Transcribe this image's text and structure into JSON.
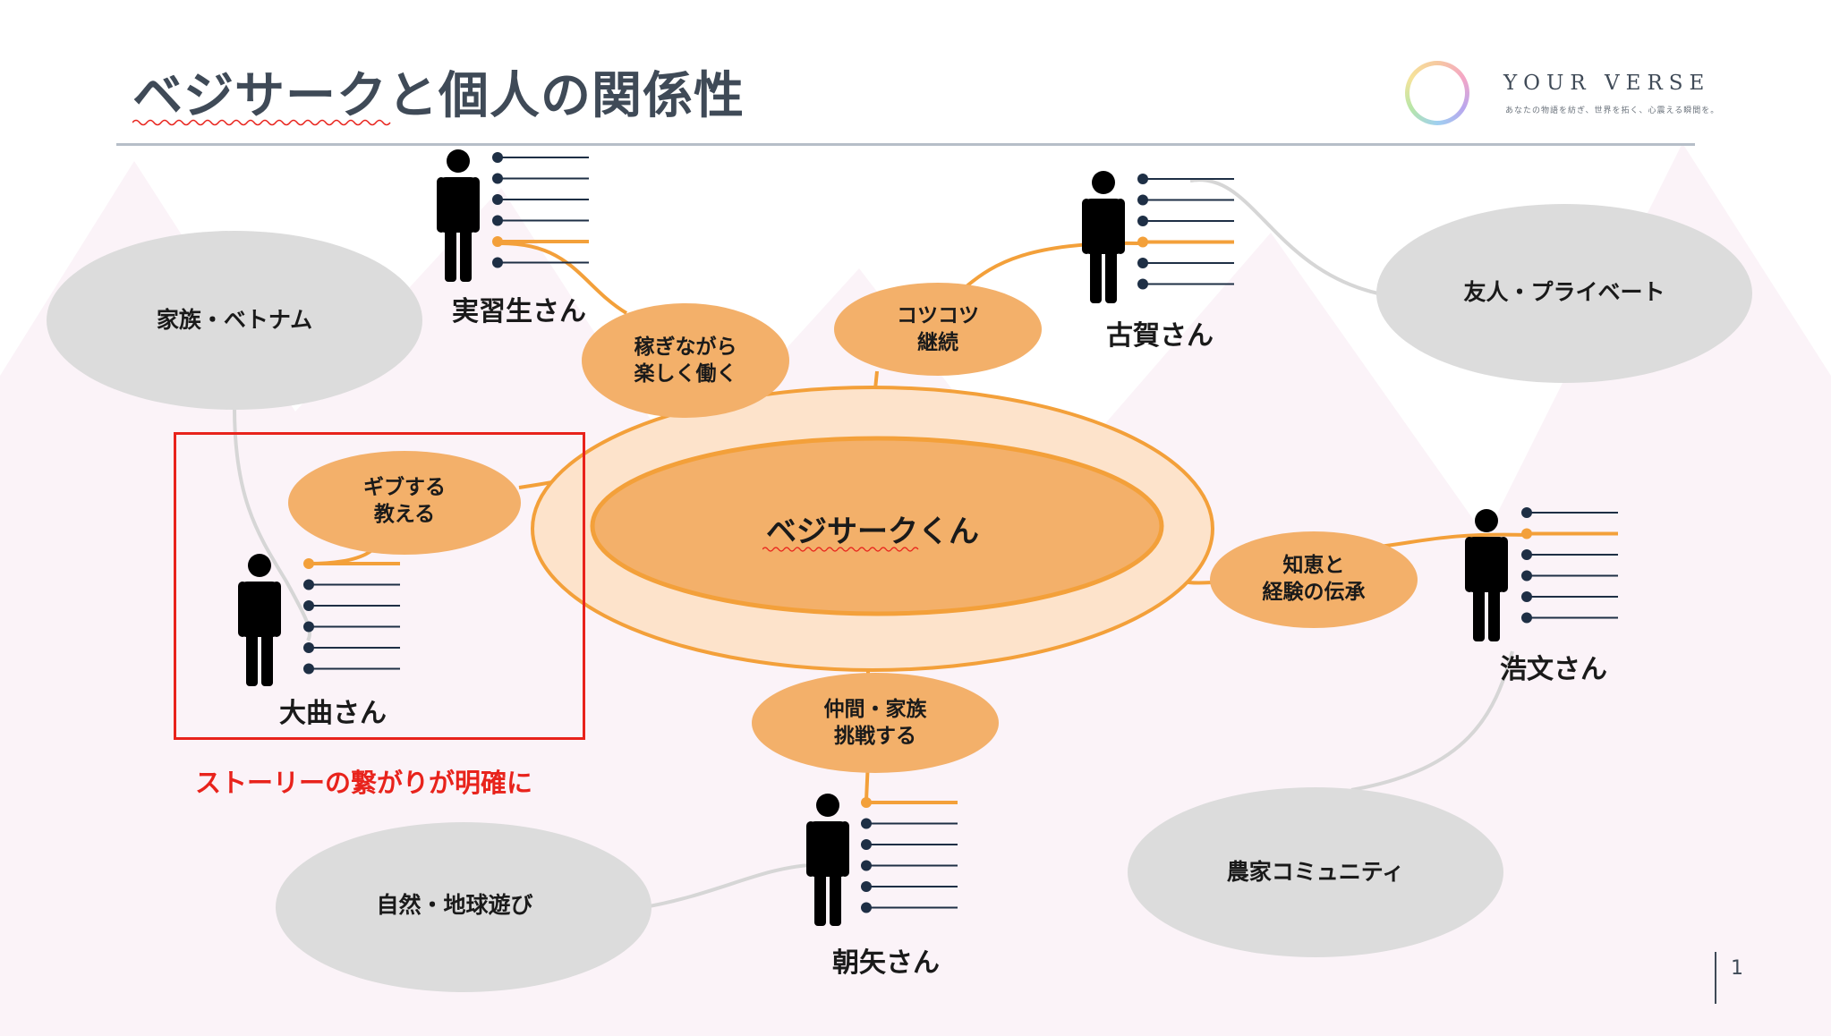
{
  "title": "ベジサークと個人の関係性",
  "logo": {
    "name": "YOUR VERSE",
    "tagline": "あなたの物語を紡ぎ、世界を拓く、心震える瞬間を。"
  },
  "page_number": "1",
  "center": {
    "label": "ベジサークくん"
  },
  "people": [
    {
      "name": "実習生さん"
    },
    {
      "name": "古賀さん"
    },
    {
      "name": "大曲さん"
    },
    {
      "name": "浩文さん"
    },
    {
      "name": "朝矢さん"
    }
  ],
  "relations": [
    {
      "line1": "稼ぎながら",
      "line2": "楽しく働く"
    },
    {
      "line1": "コツコツ",
      "line2": "継続"
    },
    {
      "line1": "ギブする",
      "line2": "教える"
    },
    {
      "line1": "知恵と",
      "line2": "経験の伝承"
    },
    {
      "line1": "仲間・家族",
      "line2": "挑戦する"
    }
  ],
  "communities": [
    {
      "label": "家族・ベトナム"
    },
    {
      "label": "友人・プライベート"
    },
    {
      "label": "自然・地球遊び"
    },
    {
      "label": "農家コミュニティ"
    }
  ],
  "highlight_note": "ストーリーの繋がりが明確に",
  "colors": {
    "orange": "#f3a03a",
    "bubble": "#f3b06a",
    "center_inner": "#f3b06a",
    "center_outer": "#fde3cb",
    "cloud": "#dcdcdc",
    "dot_dark": "#1e2f45",
    "highlight": "#e8231c"
  }
}
